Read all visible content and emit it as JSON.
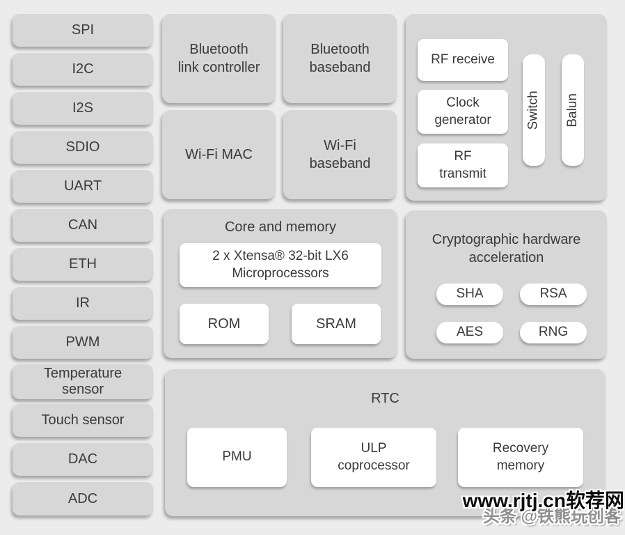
{
  "colors": {
    "background": "#ECECEC",
    "block_fill": "#D7D7D7",
    "card_fill": "#FFFFFF",
    "text": "#3A3A3A"
  },
  "peripherals": {
    "items": [
      "SPI",
      "I2C",
      "I2S",
      "SDIO",
      "UART",
      "CAN",
      "ETH",
      "IR",
      "PWM",
      "Temperature sensor",
      "Touch sensor",
      "DAC",
      "ADC"
    ]
  },
  "radio": {
    "bt_link_controller": "Bluetooth link controller",
    "bt_baseband": "Bluetooth baseband",
    "wifi_mac": "Wi-Fi MAC",
    "wifi_baseband": "Wi-Fi baseband"
  },
  "rf": {
    "receive": "RF receive",
    "clock_generator": "Clock generator",
    "transmit": "RF transmit",
    "switch": "Switch",
    "balun": "Balun"
  },
  "core": {
    "title": "Core and memory",
    "cpu": "2 x Xtensa® 32-bit LX6 Microprocessors",
    "rom": "ROM",
    "sram": "SRAM"
  },
  "crypto": {
    "title": "Cryptographic hardware acceleration",
    "sha": "SHA",
    "rsa": "RSA",
    "aes": "AES",
    "rng": "RNG"
  },
  "rtc": {
    "title": "RTC",
    "pmu": "PMU",
    "ulp": "ULP coprocessor",
    "recovery_memory": "Recovery memory"
  },
  "watermark": {
    "line1": "www.rjtj.cn软荐网",
    "line2": "头条 @铁熊玩创客"
  }
}
